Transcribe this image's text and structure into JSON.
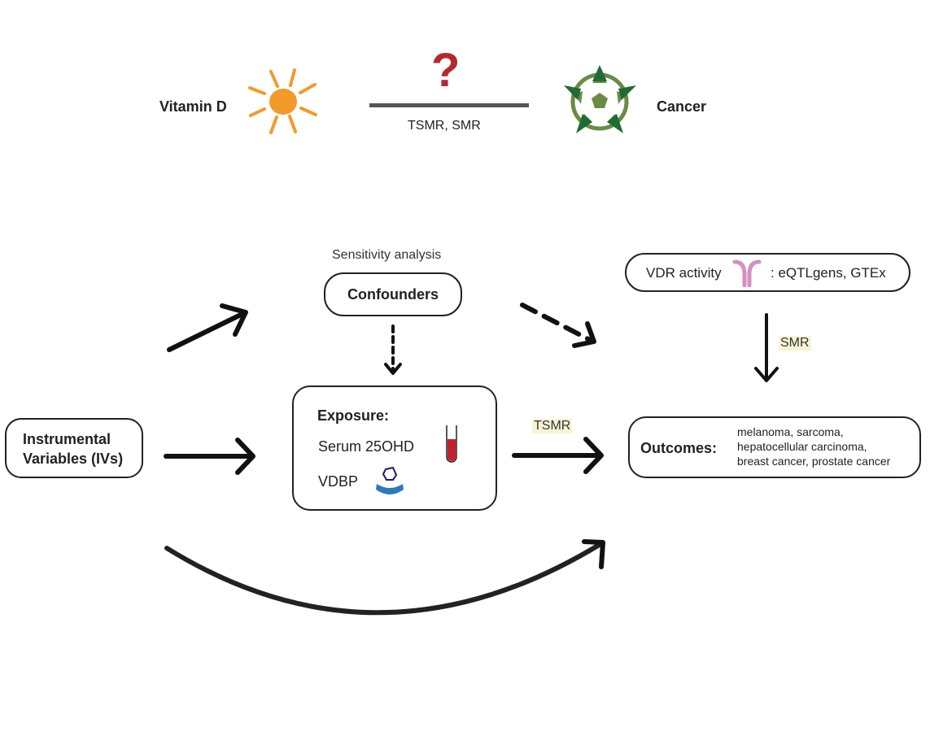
{
  "top": {
    "left_label": "Vitamin D",
    "right_label": "Cancer",
    "link_label": "TSMR, SMR",
    "question_mark": "?",
    "icons": {
      "left": "sun-icon",
      "right": "tumor-icon",
      "middle": "question-icon"
    }
  },
  "nodes": {
    "ivs": {
      "line1": "Instrumental",
      "line2": "Variables (IVs)"
    },
    "confounders": {
      "caption": "Sensitivity analysis",
      "label": "Confounders"
    },
    "exposure": {
      "title": "Exposure:",
      "items": [
        {
          "label": "Serum 25OHD",
          "icon": "blood-tube-icon"
        },
        {
          "label": "VDBP",
          "icon": "binding-protein-icon"
        }
      ]
    },
    "vdr": {
      "label": "VDR activity",
      "sources": ": eQTLgens, GTEx",
      "icon": "receptor-icon"
    },
    "outcomes": {
      "title": "Outcomes:",
      "lines": [
        "melanoma, sarcoma,",
        "hepatocellular carcinoma,",
        "breast cancer, prostate cancer"
      ]
    }
  },
  "edges": {
    "exposure_to_outcomes": "TSMR",
    "vdr_to_outcomes": "SMR"
  },
  "colors": {
    "sun": "#f39a2b",
    "question": "#b22a2e",
    "tumor_dark": "#1f6b35",
    "tumor_light": "#6b8a45",
    "receptor": "#d58fc0",
    "blood": "#c3202c",
    "vdbp": "#2f78c0",
    "highlight": "#f7f3d4"
  }
}
